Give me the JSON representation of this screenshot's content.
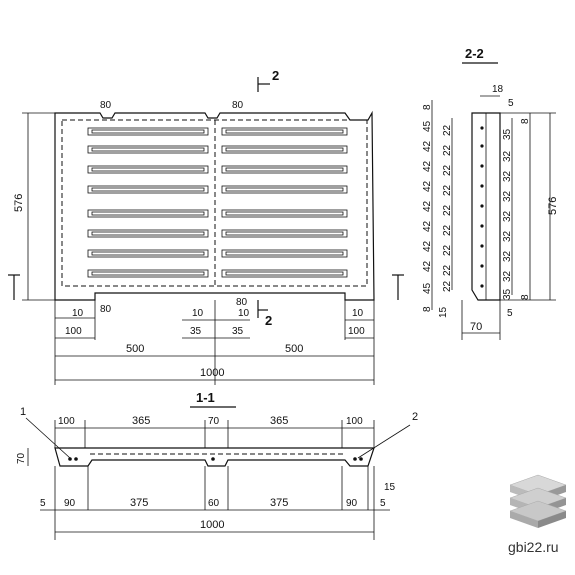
{
  "sections": {
    "plan_section_mark": "2",
    "view_2_2_title": "2-2",
    "view_1_1_title": "1-1",
    "cut_marker": "1"
  },
  "plan": {
    "height": "576",
    "slot_w": "80",
    "bottom_left": [
      "10",
      "100",
      "80"
    ],
    "bottom_mid": [
      "10",
      "35",
      "80",
      "10",
      "35"
    ],
    "bottom_right": [
      "10",
      "100"
    ],
    "halves": [
      "500",
      "500"
    ],
    "total": "1000"
  },
  "view22": {
    "top": "18",
    "top_right": "5",
    "left_dims": [
      "8",
      "45",
      "42",
      "42",
      "42",
      "42",
      "42",
      "42",
      "42",
      "45",
      "8"
    ],
    "mid_dims": [
      "22",
      "22",
      "22",
      "22",
      "22",
      "22",
      "22",
      "22",
      "22"
    ],
    "right_dims": [
      "35",
      "32",
      "32",
      "32",
      "32",
      "32",
      "32",
      "32",
      "35"
    ],
    "edge": [
      "8",
      "8"
    ],
    "total": "576",
    "bottom_left": "15",
    "bottom_right": "5",
    "width": "70"
  },
  "view11": {
    "top": [
      "100",
      "365",
      "70",
      "365",
      "100"
    ],
    "height": "70",
    "left": "5",
    "bottom": [
      "90",
      "375",
      "60",
      "375",
      "90"
    ],
    "right": [
      "15",
      "5"
    ],
    "total": "1000",
    "callouts": [
      "1",
      "2"
    ]
  },
  "watermark": "gbi22.ru"
}
